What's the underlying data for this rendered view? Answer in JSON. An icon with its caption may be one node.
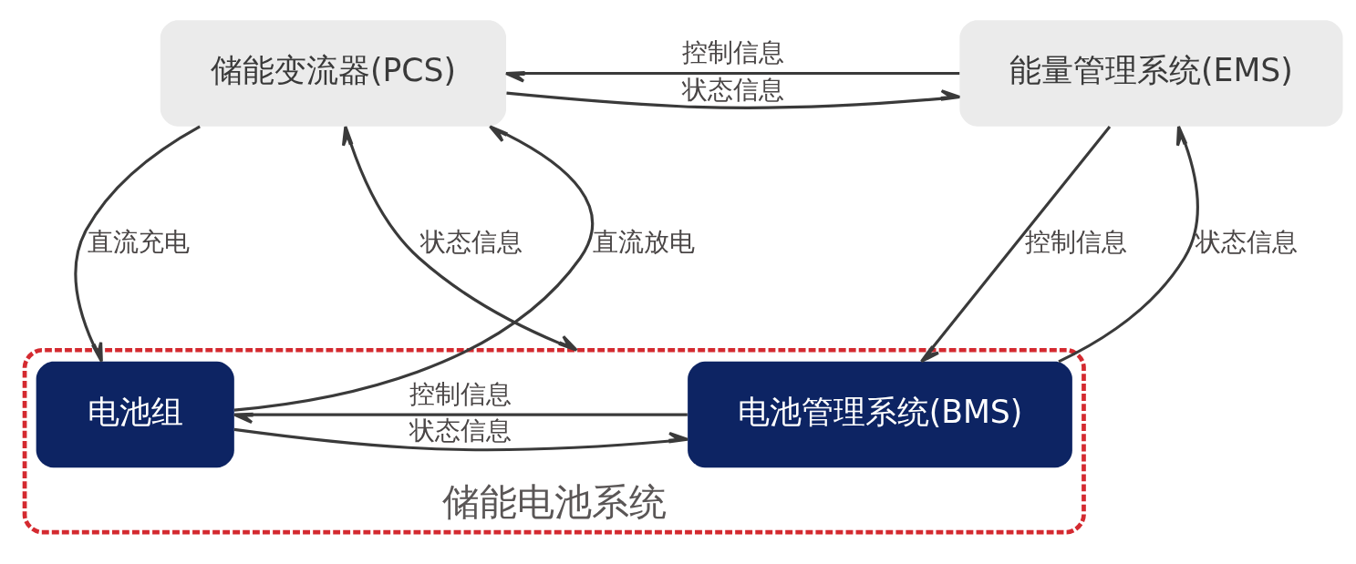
{
  "diagram": {
    "nodes": [
      {
        "text": [
          "储能变流器(PCS)"
        ]
      },
      {
        "text": [
          "能量管理系统(EMS)"
        ]
      },
      {
        "text": [
          "储能电池系统"
        ]
      },
      {
        "text": [
          "电池组"
        ],
        "in": 2
      },
      {
        "text": [
          "电池管理系统(BMS)"
        ],
        "in": 2
      }
    ],
    "edges": [
      {
        "from": 1,
        "to": 0,
        "arrow": "to",
        "label": "控制信息"
      },
      {
        "from": 0,
        "to": 1,
        "arrow": "to",
        "label": "状态信息"
      },
      {
        "from": 0,
        "to": 2,
        "arrow": "both",
        "label": "状态信息"
      },
      {
        "from": 0,
        "to": 3,
        "arrow": "to",
        "label": "直流充电"
      },
      {
        "from": 3,
        "to": 0,
        "arrow": "to",
        "label": "直流放电"
      },
      {
        "from": 1,
        "to": 4,
        "arrow": "to",
        "label": "控制信息"
      },
      {
        "from": 4,
        "to": 1,
        "arrow": "to",
        "label": "状态信息"
      },
      {
        "from": 4,
        "to": 3,
        "arrow": "to",
        "label": "控制信息"
      },
      {
        "from": 3,
        "to": 4,
        "arrow": "to",
        "label": "状态信息"
      }
    ]
  }
}
